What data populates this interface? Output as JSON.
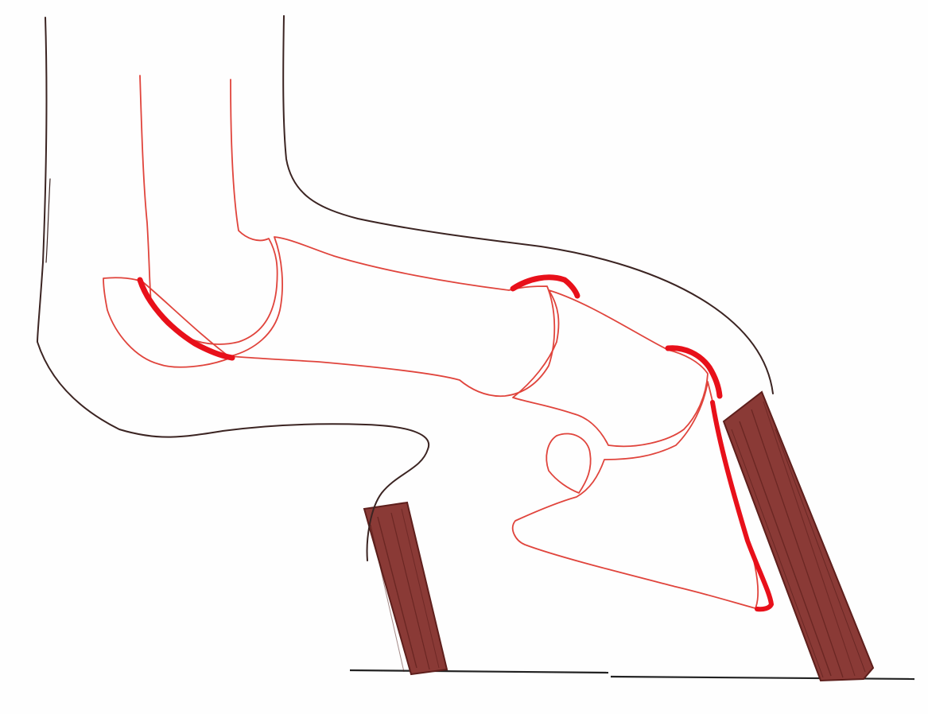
{
  "diagram": {
    "subject": "horse-hoof-and-pastern-sketch",
    "colors": {
      "paper": "#fefefe",
      "skin_outline": "#3b2422",
      "bone_outline": "#e0443c",
      "joint_highlight": "#e8101a",
      "wood_fill": "#8a3a36",
      "wood_grain": "#5e1f1c",
      "ground_line": "#222222"
    },
    "joint_highlights": [
      "fetlock-joint-highlight",
      "pastern-joint-highlight",
      "coffin-joint-highlight",
      "hoof-wall-highlight"
    ]
  }
}
